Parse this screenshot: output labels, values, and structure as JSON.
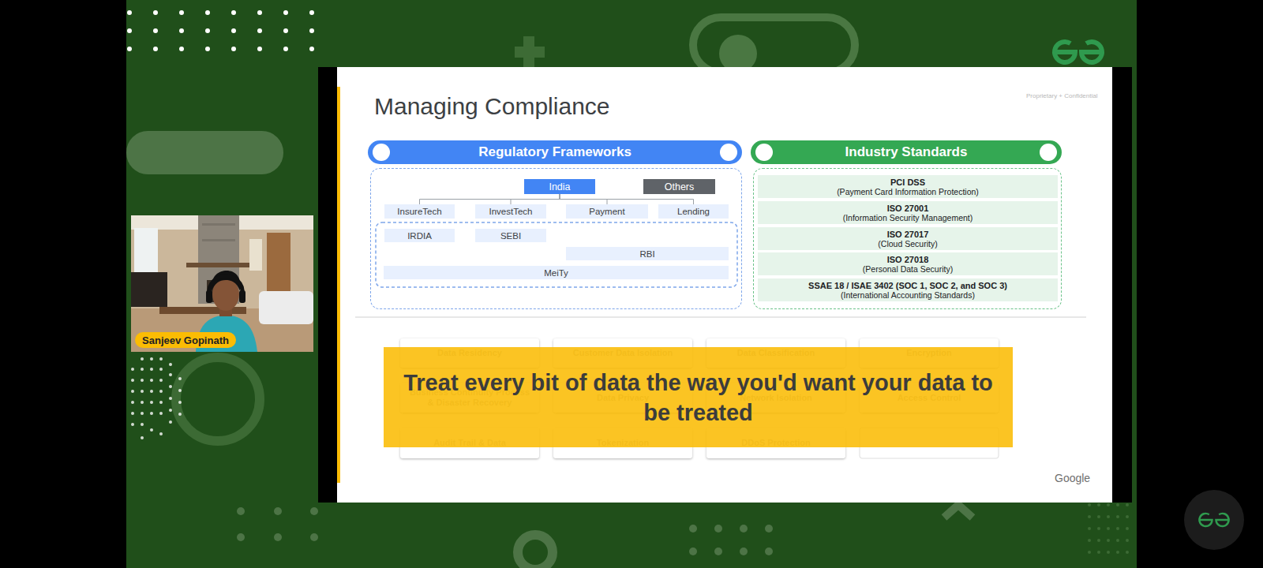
{
  "diagram": {
    "title": "Managing Compliance",
    "nodes": [
      {
        "text": [
          "Regulatory Frameworks"
        ]
      },
      {
        "text": [
          "India"
        ],
        "in": 0
      },
      {
        "text": [
          "Others"
        ],
        "in": 0
      },
      {
        "text": [
          "InsureTech"
        ],
        "in": 0
      },
      {
        "text": [
          "InvestTech"
        ],
        "in": 0
      },
      {
        "text": [
          "Payment"
        ],
        "in": 0
      },
      {
        "text": [
          "Lending"
        ],
        "in": 0
      },
      {
        "text": [
          "IRDIA"
        ],
        "in": 0
      },
      {
        "text": [
          "SEBI"
        ],
        "in": 0
      },
      {
        "text": [
          "RBI"
        ],
        "in": 0
      },
      {
        "text": [
          "MeiTy"
        ],
        "in": 0
      },
      {
        "text": [
          "Industry Standards"
        ]
      },
      {
        "text": [
          "PCI DSS",
          "(Payment Card Information Protection)"
        ],
        "in": 11
      },
      {
        "text": [
          "ISO 27001",
          "(Information Security Management)"
        ],
        "in": 11
      },
      {
        "text": [
          "ISO 27017",
          "(Cloud Security)"
        ],
        "in": 11
      },
      {
        "text": [
          "ISO 27018",
          "(Personal Data Security)"
        ],
        "in": 11
      },
      {
        "text": [
          "SSAE 18 / ISAE 3402 (SOC 1, SOC 2, and SOC 3)",
          "(International Accounting Standards)"
        ],
        "in": 11
      },
      {
        "text": [
          "Sanjeev Gopinath"
        ]
      },
      {
        "text": [
          "Data Residency"
        ]
      },
      {
        "text": [
          "Customer Data Isolation"
        ]
      },
      {
        "text": [
          "Data Classification"
        ]
      },
      {
        "text": [
          "Encryption"
        ]
      },
      {
        "text": [
          "Business Continuity Process & Disaster Recovery"
        ]
      },
      {
        "text": [
          "Data Privacy"
        ]
      },
      {
        "text": [
          "Network Isolation"
        ]
      },
      {
        "text": [
          "Access Control"
        ]
      },
      {
        "text": [
          "Audit Trail & Data"
        ]
      },
      {
        "text": [
          "Tokenization"
        ]
      },
      {
        "text": [
          "DDoS Protection"
        ]
      },
      {
        "text": [
          "Treat every bit of data the way you'd want your data to be treated"
        ]
      }
    ],
    "edges": [
      {
        "from": 1,
        "to": 3,
        "arrow": "none"
      },
      {
        "from": 1,
        "to": 4,
        "arrow": "none"
      },
      {
        "from": 1,
        "to": 5,
        "arrow": "none"
      },
      {
        "from": 1,
        "to": 6,
        "arrow": "none"
      }
    ],
    "labels": [
      "Proprietary + Confidential",
      "Google"
    ]
  }
}
